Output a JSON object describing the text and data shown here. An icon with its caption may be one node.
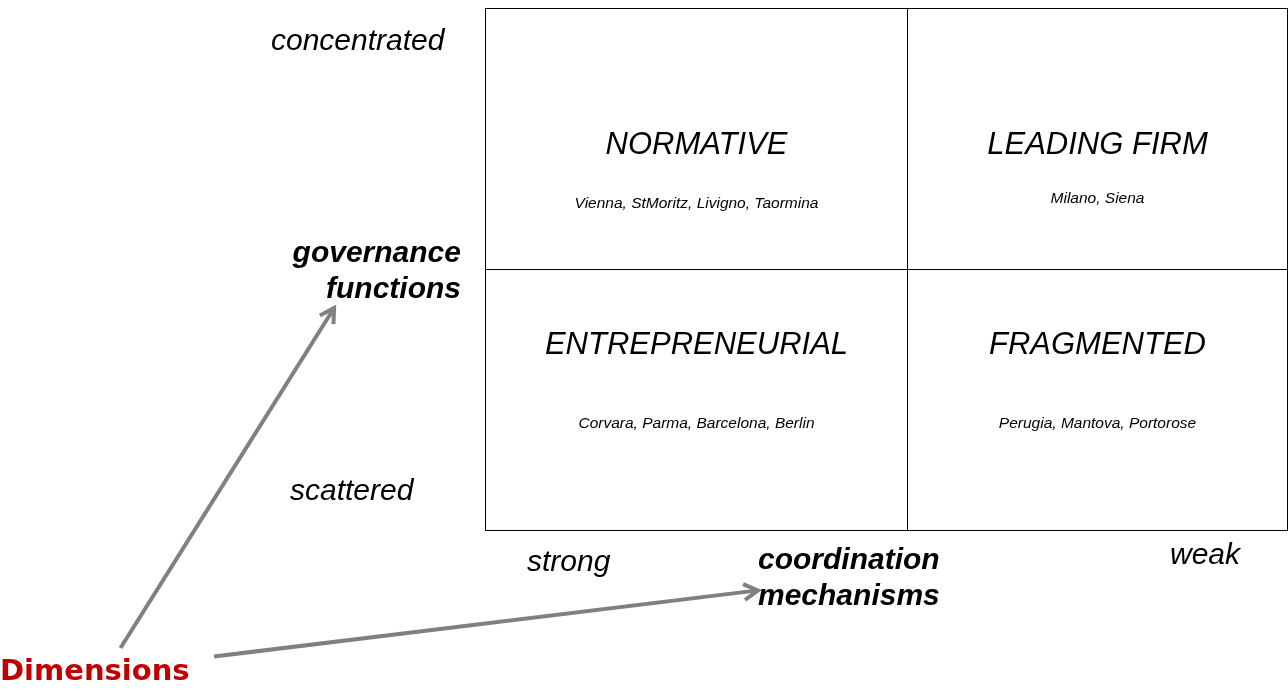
{
  "diagram": {
    "nodes": [
      {
        "text": [
          "NORMATIVE",
          "Vienna, StMoritz, Livigno, Taormina"
        ]
      },
      {
        "text": [
          "LEADING FIRM",
          "Milano, Siena"
        ]
      },
      {
        "text": [
          "governance functions"
        ]
      },
      {
        "text": [
          "ENTREPRENEURIAL",
          "Corvara, Parma, Barcelona, Berlin"
        ]
      },
      {
        "text": [
          "FRAGMENTED",
          "Perugia, Mantova, Portorose"
        ]
      },
      {
        "text": [
          "coordination mechanisms"
        ]
      },
      {
        "text": [
          "Dimensions"
        ]
      }
    ],
    "edges": [
      {
        "from": 6,
        "to": 2,
        "arrow": "to"
      },
      {
        "from": 6,
        "to": 5,
        "arrow": "to"
      }
    ],
    "labels": [
      "concentrated",
      "scattered",
      "strong",
      "weak"
    ]
  }
}
